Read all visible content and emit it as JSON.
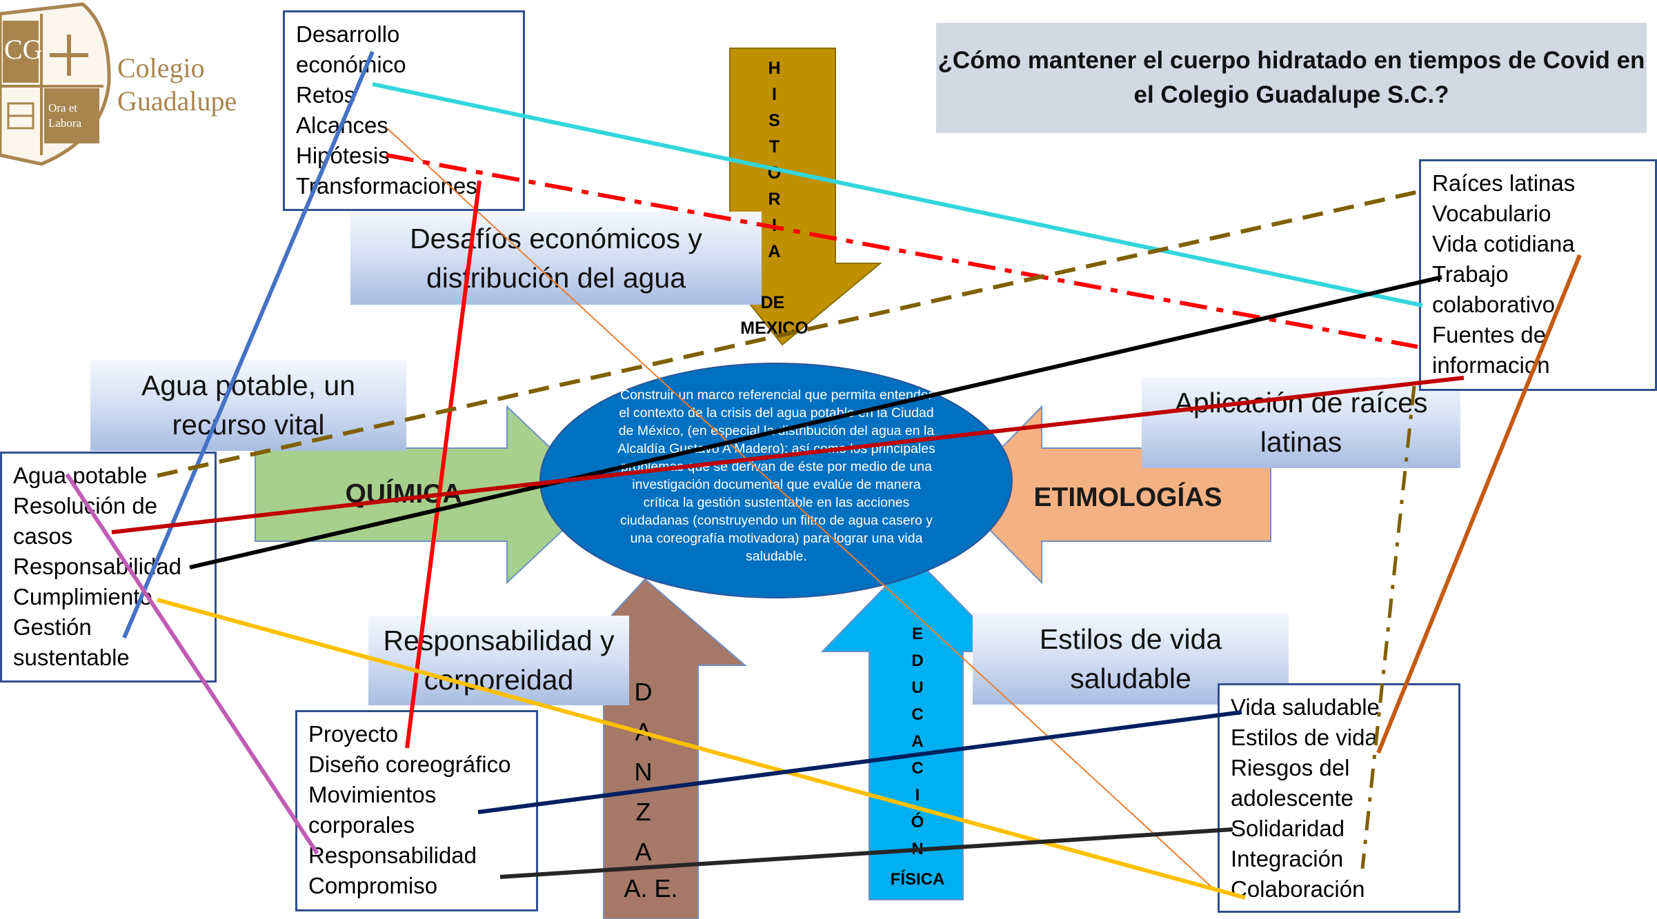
{
  "logo": {
    "monogram": "CG",
    "motto": "Ora et Labora",
    "name_line1": "Colegio",
    "name_line2": "Guadalupe"
  },
  "question": "¿Cómo mantener el cuerpo hidratado en tiempos de Covid en el Colegio Guadalupe S.C.?",
  "center_text": "Construir un marco referencial que permita entender el contexto de la crisis del agua potable en la Ciudad de México, (en especial la distribución del agua en la Alcaldía Gustavo A Madero); así como los principales problemas que se derivan de éste por medio de una investigación documental que evalúe de manera crítica la gestión sustentable en las acciones ciudadanas (construyendo un filtro de agua casero y una coreografía motivadora) para lograr una vida saludable.",
  "subjects": {
    "quimica": "QUÍMICA",
    "etimologias": "ETIMOLOGÍAS",
    "historia_letters": [
      "H",
      "I",
      "S",
      "T",
      "O",
      "R",
      "I",
      "A"
    ],
    "historia_suffix_1": "DE",
    "historia_suffix_2": "MEXICO",
    "danza_letters": [
      "D",
      "A",
      "N",
      "Z",
      "A"
    ],
    "danza_suffix": "A. E.",
    "educacion_letters": [
      "E",
      "D",
      "U",
      "C",
      "A",
      "C",
      "I",
      "Ó",
      "N"
    ],
    "educacion_suffix": "FÍSICA"
  },
  "banners": {
    "desafios": "Desafíos  económicos y distribución del agua",
    "agua_potable": "Agua potable, un recurso vital",
    "raices": "Aplicación de raíces latinas",
    "responsabilidad": "Responsabilidad y corporeidad",
    "estilos": "Estilos de vida saludable"
  },
  "boxes": {
    "historia": [
      "Desarrollo",
      "económico",
      "Retos",
      "Alcances",
      "Hipótesis",
      "Transformaciones"
    ],
    "etimologias": [
      "Raíces latinas",
      "Vocabulario",
      "Vida cotidiana",
      "Trabajo",
      "colaborativo",
      "Fuentes de",
      "informacion"
    ],
    "quimica": [
      "Agua potable",
      "Resolución de",
      "casos",
      "Responsabilidad",
      "Cumplimiento",
      "Gestión",
      "sustentable"
    ],
    "danza": [
      "Proyecto",
      "Diseño coreográfico",
      "Movimientos",
      "corporales",
      "Responsabilidad",
      "Compromiso"
    ],
    "educacion": [
      "Vida saludable",
      "Estilos de vida",
      "Riesgos del",
      "adolescente",
      "Solidaridad",
      "Integración",
      "Colaboración"
    ]
  },
  "colors": {
    "quimica_arrow": "#a8d08d",
    "etimologias_arrow": "#f4b183",
    "historia_arrow": "#bf9000",
    "danza_arrow": "#a57868",
    "educacion_arrow": "#00b0f0",
    "center_ellipse": "#0070c0",
    "box_border": "#2f4f8f",
    "logo_gold": "#a8854f"
  }
}
